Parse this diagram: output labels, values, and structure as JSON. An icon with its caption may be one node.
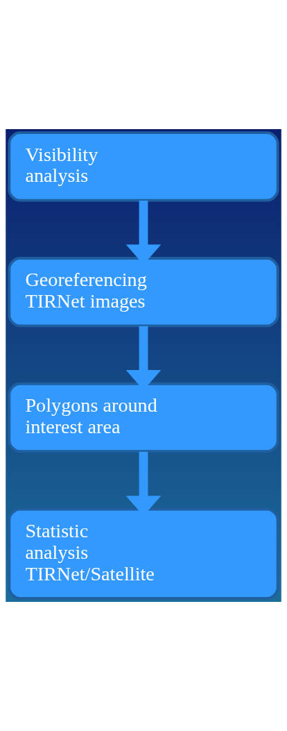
{
  "diagram": {
    "nodes": [
      {
        "text": [
          "Visibility analysis"
        ]
      },
      {
        "text": [
          "Georeferencing TIRNet images"
        ]
      },
      {
        "text": [
          "Polygons around interest area"
        ]
      },
      {
        "text": [
          "Statistic analysis TIRNet/Satellite"
        ]
      }
    ],
    "edges": [
      {
        "from": 0,
        "to": 1,
        "arrow": "to"
      },
      {
        "from": 1,
        "to": 2,
        "arrow": "to"
      },
      {
        "from": 2,
        "to": 3,
        "arrow": "to"
      }
    ]
  }
}
